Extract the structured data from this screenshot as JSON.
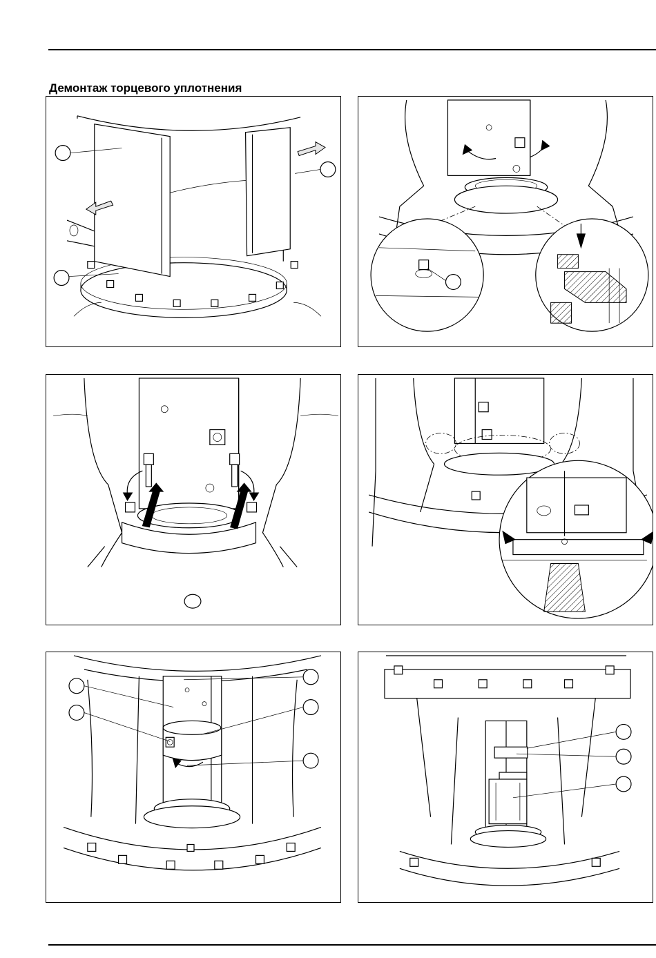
{
  "header": {
    "title": "Демонтаж торцевого уплотнения"
  },
  "figures": [
    {
      "id": "step-1",
      "callouts": 3
    },
    {
      "id": "step-2",
      "callouts": 1
    },
    {
      "id": "step-3",
      "callouts": 0
    },
    {
      "id": "step-4",
      "callouts": 0
    },
    {
      "id": "step-5",
      "callouts": 5
    },
    {
      "id": "step-6",
      "callouts": 3
    }
  ]
}
